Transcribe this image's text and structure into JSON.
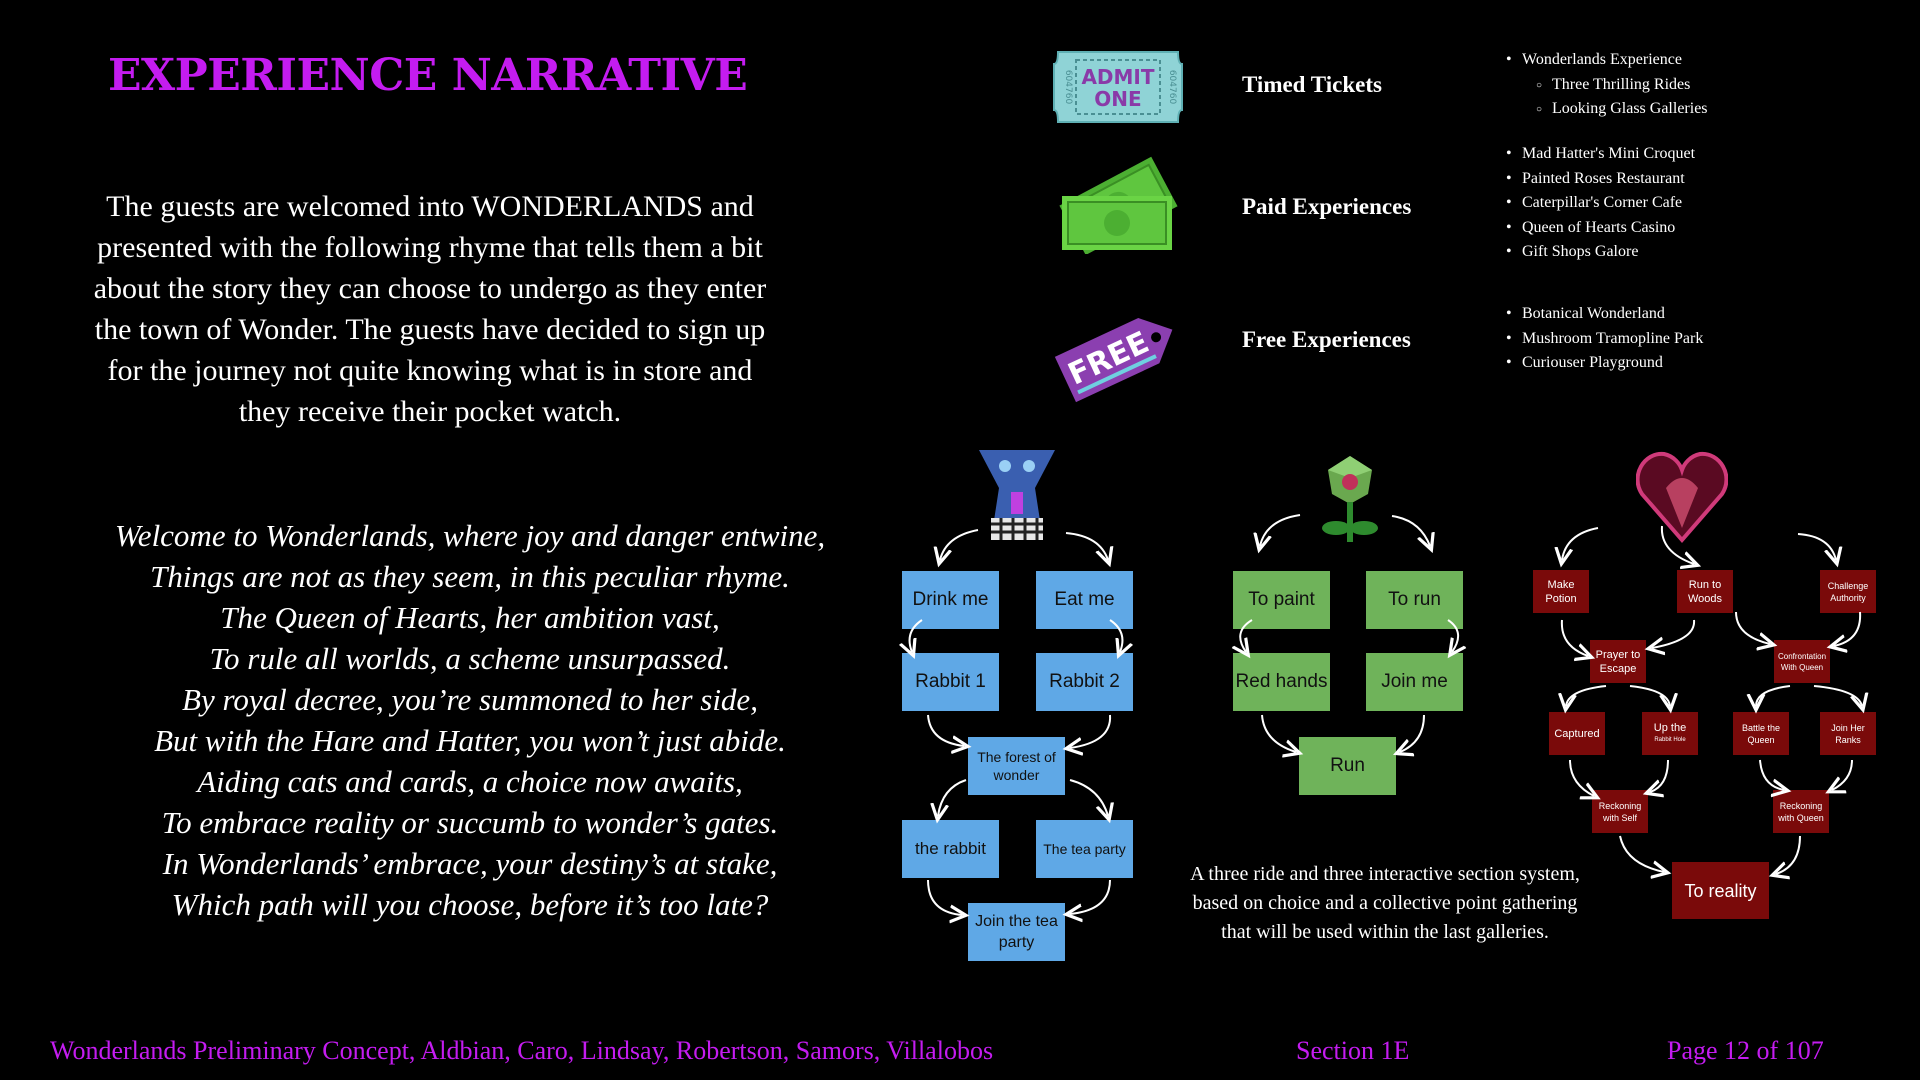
{
  "title": "EXPERIENCE NARRATIVE",
  "intro": "The guests are welcomed into WONDERLANDS and presented with the following rhyme that tells them a bit about the story they can choose to undergo as they enter the town of Wonder. The guests have decided to sign up for the journey not quite knowing what is in store and they receive their pocket watch.",
  "poem": [
    "Welcome to Wonderlands, where joy and danger entwine,",
    "Things are not as they seem, in this peculiar rhyme.",
    "The Queen of Hearts, her ambition vast,",
    "To rule all worlds, a scheme unsurpassed.",
    "By royal decree, you’re summoned to her side,",
    "But with the Hare and Hatter, you won’t just abide.",
    "Aiding cats and cards, a choice now awaits,",
    "To embrace reality or succumb to wonder’s gates.",
    "In Wonderlands’ embrace, your destiny’s at stake,",
    "Which path will you choose, before it’s too late?"
  ],
  "ticket": {
    "line1": "ADMIT",
    "line2": "ONE",
    "serial": "604760"
  },
  "free_tag": "FREE",
  "categories": {
    "timed": {
      "label": "Timed Tickets",
      "items": [
        "Wonderlands Experience"
      ],
      "subitems": [
        "Three Thrilling Rides",
        "Looking Glass Galleries"
      ]
    },
    "paid": {
      "label": "Paid Experiences",
      "items": [
        "Mad Hatter's Mini Croquet",
        "Painted Roses Restaurant",
        "Caterpillar's Corner Cafe",
        "Queen of Hearts Casino",
        "Gift Shops Galore"
      ]
    },
    "free": {
      "label": "Free Experiences",
      "items": [
        "Botanical Wonderland",
        "Mushroom Tramopline Park",
        "Curiouser Playground"
      ]
    }
  },
  "flow_blue": [
    "Drink me",
    "Eat me",
    "Rabbit 1",
    "Rabbit 2",
    "The forest of wonder",
    "the rabbit",
    "The tea party",
    "Join the tea party"
  ],
  "flow_green": [
    "To paint",
    "To run",
    "Red hands",
    "Join me",
    "Run"
  ],
  "flow_red": {
    "make_potion": "Make Potion",
    "run_to_woods": "Run to Woods",
    "challenge": "Challenge Authority",
    "prayer": "Prayer to Escape",
    "confrontation": "Confrontation With Queen",
    "captured": "Captured",
    "up_the": "Up the",
    "rabbit_hole": "Rabbit Hole",
    "battle": "Battle the Queen",
    "join_ranks": "Join Her Ranks",
    "reckon_self": "Reckoning with Self",
    "reckon_queen": "Reckoning with Queen",
    "to_reality": "To reality"
  },
  "system_text": "A three ride and three interactive section system, based on choice and a collective point gathering that will be used within the last galleries.",
  "footer": {
    "left": "Wonderlands Preliminary Concept, Aldbian, Caro, Lindsay, Robertson, Samors, Villalobos",
    "section": "Section 1E",
    "page": "Page 12 of 107"
  },
  "colors": {
    "accent": "#c41cf0",
    "blue_box": "#5fa8e6",
    "green_box": "#6fb35a",
    "red_box": "#7a0a0a"
  }
}
